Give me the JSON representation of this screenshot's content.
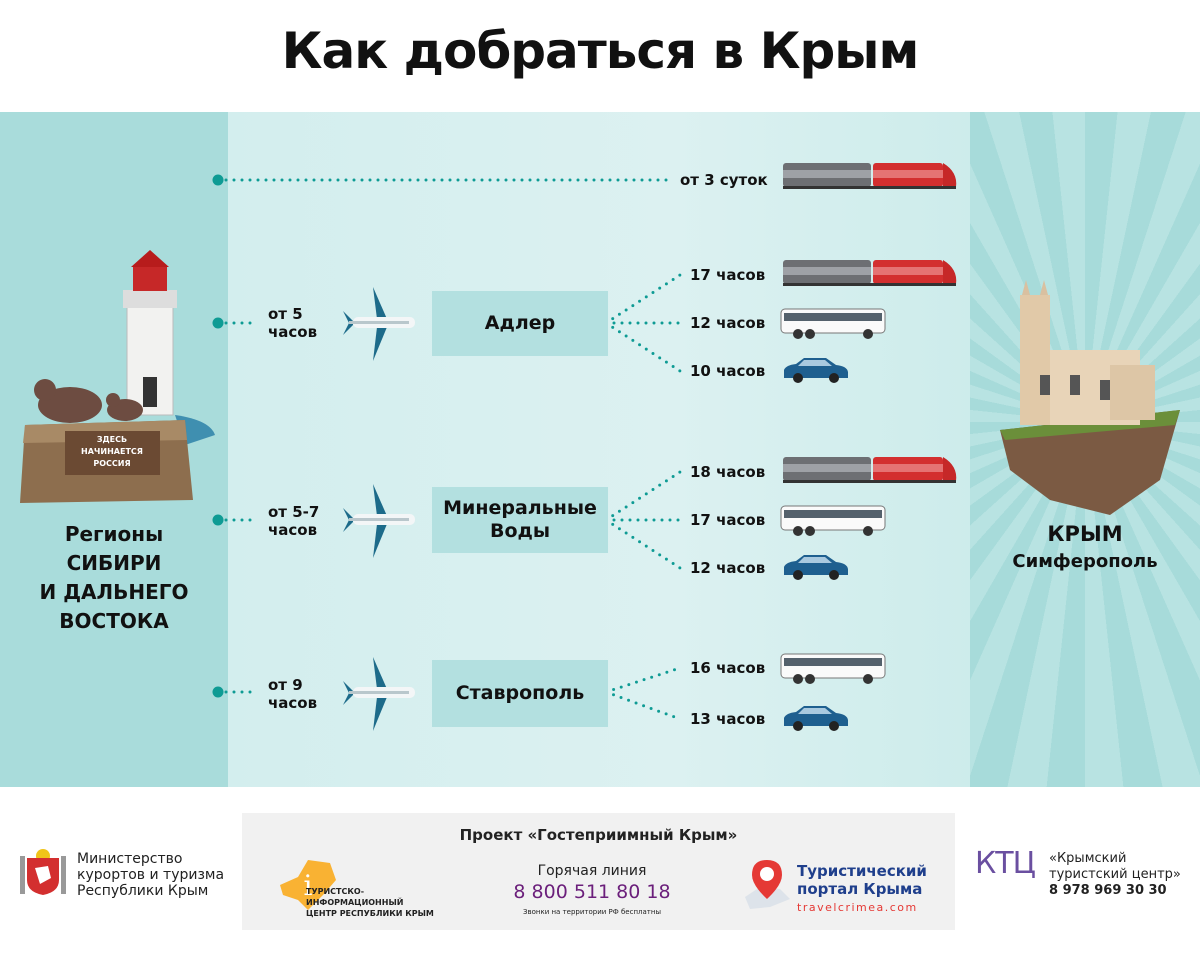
{
  "title": "Как добраться в Крым",
  "origin": {
    "line1": "Регионы",
    "line2": "СИБИРИ",
    "line3": "И ДАЛЬНЕГО",
    "line4": "ВОСТОКА",
    "sign": [
      "ЗДЕСЬ",
      "НАЧИНАЕТСЯ",
      "РОССИЯ"
    ]
  },
  "destination": {
    "line1": "КРЫМ",
    "line2": "Симферополь"
  },
  "direct": {
    "time": "от 3 суток",
    "transport": "train"
  },
  "routes": [
    {
      "city": "Адлер",
      "flight_line1": "от 5",
      "flight_line2": "часов",
      "options": [
        {
          "transport": "train",
          "time": "17 часов"
        },
        {
          "transport": "bus",
          "time": "12 часов"
        },
        {
          "transport": "car",
          "time": "10 часов"
        }
      ]
    },
    {
      "city_line1": "Минеральные",
      "city_line2": "Воды",
      "flight_line1": "от 5-7",
      "flight_line2": "часов",
      "options": [
        {
          "transport": "train",
          "time": "18 часов"
        },
        {
          "transport": "bus",
          "time": "17 часов"
        },
        {
          "transport": "car",
          "time": "12 часов"
        }
      ]
    },
    {
      "city": "Ставрополь",
      "flight_line1": "от 9",
      "flight_line2": "часов",
      "options": [
        {
          "transport": "bus",
          "time": "16 часов"
        },
        {
          "transport": "car",
          "time": "13 часов"
        }
      ]
    }
  ],
  "footer": {
    "ministry": [
      "Министерство",
      "курортов и туризма",
      "Республики Крым"
    ],
    "project": "Проект «Гостеприимный Крым»",
    "tic": [
      "ТУРИСТСКО-",
      "ИНФОРМАЦИОННЫЙ",
      "ЦЕНТР РЕСПУБЛИКИ КРЫМ"
    ],
    "hotline_label": "Горячая линия",
    "hotline_number": "8 800 511 80 18",
    "hotline_note": "Звонки на территории РФ бесплатны",
    "portal": [
      "Туристический",
      "портал Крыма"
    ],
    "portal_url": "travelcrimea.com",
    "ktc_logo": "КТЦ",
    "ktc": [
      "«Крымский",
      "туристский центр»"
    ],
    "ktc_phone": "8 978 969 30 30"
  },
  "colors": {
    "accent": "#0e9b94",
    "side": "#a9dcdb",
    "center": "#d5eeee",
    "box": "#b3e0e0",
    "hotline": "#6b1f7b",
    "portal": "#1f3f8c",
    "portal_url": "#e53935"
  }
}
